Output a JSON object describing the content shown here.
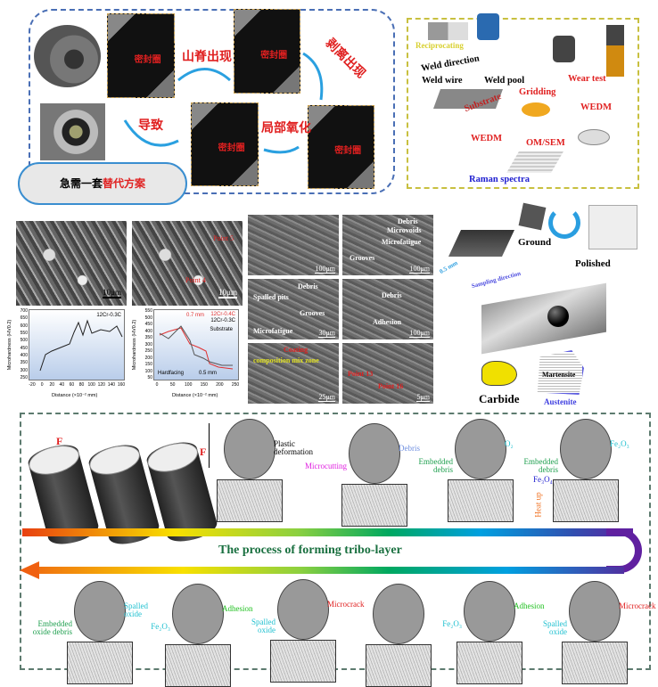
{
  "panel_a": {
    "seal_label": "密封圈",
    "step1": "山脊出现",
    "step2": "剥离出现",
    "step3": "局部氧化",
    "step4": "导致",
    "cloud_prefix": "急需一套",
    "cloud_highlight": "替代方案"
  },
  "panel_b": {
    "labels": [
      "Reciprocating",
      "Weld direction",
      "Weld wire",
      "Weld pool",
      "Substrate",
      "Gridding",
      "Wear test",
      "WEDM",
      "WEDM",
      "OM/SEM",
      "Raman spectra"
    ]
  },
  "sem_micro": {
    "scale1": "10μm",
    "scale2": "10μm",
    "point5": "Point 5",
    "point4": "Point 4"
  },
  "hardness": {
    "left": {
      "legend": "12Cr-0.3C",
      "xlabel": "Distance (×10⁻² mm)",
      "ylabel": "Microhardness (HV0.2)",
      "ticks_x": [
        "-20",
        "0",
        "20",
        "40",
        "60",
        "80",
        "100",
        "120",
        "140",
        "160"
      ],
      "ticks_y": [
        "250",
        "300",
        "350",
        "400",
        "450",
        "500",
        "550",
        "600",
        "650",
        "700"
      ]
    },
    "right": {
      "legend1": "12Cr-0.4C",
      "legend2": "12Cr-0.3C",
      "xlabel": "Distance (×10⁻² mm)",
      "ylabel": "Microhardness (HV0.2)",
      "left_zone": "Hardfacing",
      "right_zone": "Substrate",
      "dim1": "0.7 mm",
      "dim2": "0.5 mm",
      "ticks_x": [
        "0",
        "50",
        "100",
        "150",
        "200",
        "250"
      ],
      "ticks_y": [
        "50",
        "100",
        "150",
        "200",
        "250",
        "300",
        "350",
        "400",
        "450",
        "500",
        "550"
      ]
    }
  },
  "sem_grid": [
    {
      "tags": [],
      "scale": "100μm"
    },
    {
      "tags": [
        "Debris",
        "Microvoids",
        "Microfatigue",
        "Grooves"
      ],
      "scale": "100μm"
    },
    {
      "tags": [
        "Debris",
        "Spalled pits",
        "Grooves",
        "Microfatigue"
      ],
      "scale": "30μm"
    },
    {
      "tags": [
        "Debris",
        "Adhesion"
      ],
      "scale": "100μm"
    },
    {
      "tags": [
        "Coating",
        "composition mix zone"
      ],
      "scale": "25μm"
    },
    {
      "tags": [
        "Point 13",
        "Point 16"
      ],
      "scale": "5μm"
    }
  ],
  "right_mid": {
    "ground": "Ground",
    "polished": "Polished",
    "thickness": "0.5 mm",
    "direction": "Sampling direction",
    "carbide": "Carbide",
    "martensite": "Martensite",
    "austenite": "Austenite"
  },
  "tribo": {
    "title": "The process of forming tribo-layer",
    "force": "F",
    "top_stages": [
      {
        "left": "",
        "right": "Plastic deformation",
        "lc": "#000",
        "rc": "#000"
      },
      {
        "left": "Microcutting",
        "right": "Debris",
        "lc": "#e020e0",
        "rc": "#7090e0"
      },
      {
        "left": "Embedded debris",
        "right": "O₂",
        "lc": "#20a050",
        "rc": "#20c0d0"
      },
      {
        "left": "Embedded debris",
        "right": "Fe₂O₃",
        "lc": "#20a050",
        "rc": "#20c0d0",
        "extra": "Fe₃O₄",
        "heat": "Heat up"
      }
    ],
    "bottom_stages": [
      {
        "left": "Embedded oxide debris",
        "right": "Spalled oxide",
        "lc": "#20a050",
        "rc": "#20c0d0"
      },
      {
        "left": "Fe₂O₃",
        "right": "Adhesion",
        "lc": "#20c0d0",
        "rc": "#20c020"
      },
      {
        "left": "Spalled oxide",
        "right": "Microcrack",
        "lc": "#20c0d0",
        "rc": "#e02020"
      },
      {
        "left": "",
        "right": "",
        "lc": "#000",
        "rc": "#000"
      },
      {
        "left": "Fe₂O₃",
        "right": "Adhesion",
        "lc": "#20c0d0",
        "rc": "#20c020"
      },
      {
        "left": "Spalled oxide",
        "right": "Microcrack",
        "lc": "#20c0d0",
        "rc": "#e02020"
      }
    ]
  }
}
